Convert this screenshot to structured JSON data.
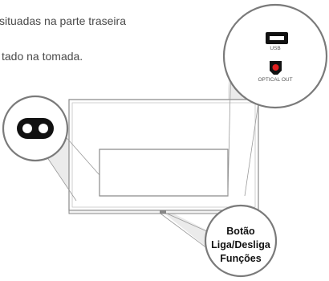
{
  "text": {
    "line1": "situadas na parte traseira",
    "line2": "tado na tomada."
  },
  "ports": {
    "usb_label": "USB",
    "optical_label": "OPTICAL OUT"
  },
  "power_button": {
    "line1": "Botão",
    "line2": "Liga/Desliga",
    "line3": "Funções"
  },
  "colors": {
    "callout_bg": "#ebebeb",
    "outline": "#7a7a7a",
    "optical_led": "#e02020"
  }
}
